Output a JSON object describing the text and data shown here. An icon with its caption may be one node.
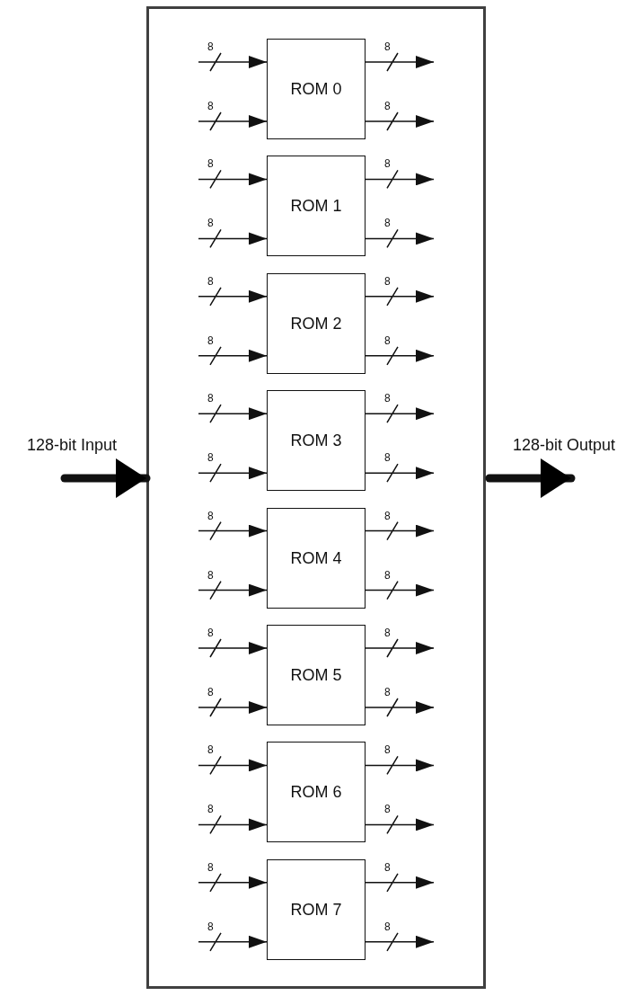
{
  "diagram": {
    "nodes": [
      {
        "text": [],
        "shape": "box"
      },
      {
        "text": [
          "ROM 0"
        ],
        "in": 0
      },
      {
        "text": [
          "ROM 1"
        ],
        "in": 0
      },
      {
        "text": [
          "ROM 2"
        ],
        "in": 0
      },
      {
        "text": [
          "ROM 3"
        ],
        "in": 0
      },
      {
        "text": [
          "ROM 4"
        ],
        "in": 0
      },
      {
        "text": [
          "ROM 5"
        ],
        "in": 0
      },
      {
        "text": [
          "ROM 6"
        ],
        "in": 0
      },
      {
        "text": [
          "ROM 7"
        ],
        "in": 0
      }
    ],
    "edges": [
      {
        "from": null,
        "to": 0,
        "arrow": "to",
        "style": "thick",
        "label": "128-bit Input"
      },
      {
        "from": 0,
        "to": null,
        "arrow": "to",
        "style": "thick",
        "label": "128-bit Output"
      },
      {
        "from": null,
        "to": 1,
        "arrow": "to",
        "label": "8"
      },
      {
        "from": null,
        "to": 1,
        "arrow": "to",
        "label": "8"
      },
      {
        "from": 1,
        "to": null,
        "arrow": "to",
        "label": "8"
      },
      {
        "from": 1,
        "to": null,
        "arrow": "to",
        "label": "8"
      },
      {
        "from": null,
        "to": 2,
        "arrow": "to",
        "label": "8"
      },
      {
        "from": null,
        "to": 2,
        "arrow": "to",
        "label": "8"
      },
      {
        "from": 2,
        "to": null,
        "arrow": "to",
        "label": "8"
      },
      {
        "from": 2,
        "to": null,
        "arrow": "to",
        "label": "8"
      },
      {
        "from": null,
        "to": 3,
        "arrow": "to",
        "label": "8"
      },
      {
        "from": null,
        "to": 3,
        "arrow": "to",
        "label": "8"
      },
      {
        "from": 3,
        "to": null,
        "arrow": "to",
        "label": "8"
      },
      {
        "from": 3,
        "to": null,
        "arrow": "to",
        "label": "8"
      },
      {
        "from": null,
        "to": 4,
        "arrow": "to",
        "label": "8"
      },
      {
        "from": null,
        "to": 4,
        "arrow": "to",
        "label": "8"
      },
      {
        "from": 4,
        "to": null,
        "arrow": "to",
        "label": "8"
      },
      {
        "from": 4,
        "to": null,
        "arrow": "to",
        "label": "8"
      },
      {
        "from": null,
        "to": 5,
        "arrow": "to",
        "label": "8"
      },
      {
        "from": null,
        "to": 5,
        "arrow": "to",
        "label": "8"
      },
      {
        "from": 5,
        "to": null,
        "arrow": "to",
        "label": "8"
      },
      {
        "from": 5,
        "to": null,
        "arrow": "to",
        "label": "8"
      },
      {
        "from": null,
        "to": 6,
        "arrow": "to",
        "label": "8"
      },
      {
        "from": null,
        "to": 6,
        "arrow": "to",
        "label": "8"
      },
      {
        "from": 6,
        "to": null,
        "arrow": "to",
        "label": "8"
      },
      {
        "from": 6,
        "to": null,
        "arrow": "to",
        "label": "8"
      },
      {
        "from": null,
        "to": 7,
        "arrow": "to",
        "label": "8"
      },
      {
        "from": null,
        "to": 7,
        "arrow": "to",
        "label": "8"
      },
      {
        "from": 7,
        "to": null,
        "arrow": "to",
        "label": "8"
      },
      {
        "from": 7,
        "to": null,
        "arrow": "to",
        "label": "8"
      },
      {
        "from": null,
        "to": 8,
        "arrow": "to",
        "label": "8"
      },
      {
        "from": null,
        "to": 8,
        "arrow": "to",
        "label": "8"
      },
      {
        "from": 8,
        "to": null,
        "arrow": "to",
        "label": "8"
      },
      {
        "from": 8,
        "to": null,
        "arrow": "to",
        "label": "8"
      }
    ]
  }
}
